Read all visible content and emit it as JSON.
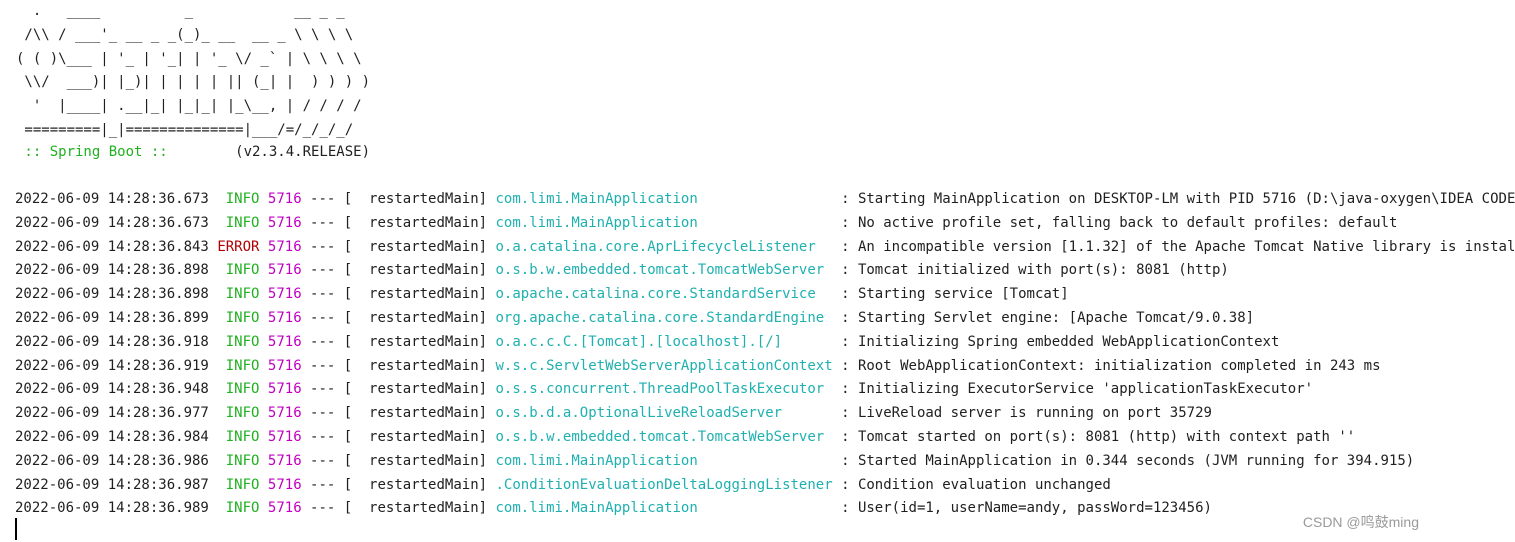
{
  "colors": {
    "info": "#20b020",
    "error": "#b00000",
    "pid": "#c000c0",
    "logger": "#20b0b0",
    "text": "#1f1f1f",
    "watermark": "#9a9a9a"
  },
  "banner": {
    "ascii": "  .   ____          _            __ _ _\n /\\\\ / ___'_ __ _ _(_)_ __  __ _ \\ \\ \\ \\\n( ( )\\___ | '_ | '_| | '_ \\/ _` | \\ \\ \\ \\\n \\\\/  ___)| |_)| | | | | || (_| |  ) ) ) )\n  '  |____| .__|_| |_|_| |_\\__, | / / / /\n =========|_|==============|___/=/_/_/_/",
    "spring_boot_label": " :: Spring Boot ::",
    "version": "        (v2.3.4.RELEASE)"
  },
  "log": [
    {
      "timestamp": "2022-06-09 14:28:36.673",
      "level": " INFO",
      "pid": "5716",
      "sep": " --- [",
      "thread": "  restartedMain]",
      "logger": "com.limi.MainApplication                ",
      "message": " : Starting MainApplication on DESKTOP-LM with PID 5716 (D:\\java-oxygen\\IDEA CODE"
    },
    {
      "timestamp": "2022-06-09 14:28:36.673",
      "level": " INFO",
      "pid": "5716",
      "sep": " --- [",
      "thread": "  restartedMain]",
      "logger": "com.limi.MainApplication                ",
      "message": " : No active profile set, falling back to default profiles: default"
    },
    {
      "timestamp": "2022-06-09 14:28:36.843",
      "level": "ERROR",
      "pid": "5716",
      "sep": " --- [",
      "thread": "  restartedMain]",
      "logger": "o.a.catalina.core.AprLifecycleListener  ",
      "message": " : An incompatible version [1.1.32] of the Apache Tomcat Native library is instal"
    },
    {
      "timestamp": "2022-06-09 14:28:36.898",
      "level": " INFO",
      "pid": "5716",
      "sep": " --- [",
      "thread": "  restartedMain]",
      "logger": "o.s.b.w.embedded.tomcat.TomcatWebServer ",
      "message": " : Tomcat initialized with port(s): 8081 (http)"
    },
    {
      "timestamp": "2022-06-09 14:28:36.898",
      "level": " INFO",
      "pid": "5716",
      "sep": " --- [",
      "thread": "  restartedMain]",
      "logger": "o.apache.catalina.core.StandardService  ",
      "message": " : Starting service [Tomcat]"
    },
    {
      "timestamp": "2022-06-09 14:28:36.899",
      "level": " INFO",
      "pid": "5716",
      "sep": " --- [",
      "thread": "  restartedMain]",
      "logger": "org.apache.catalina.core.StandardEngine ",
      "message": " : Starting Servlet engine: [Apache Tomcat/9.0.38]"
    },
    {
      "timestamp": "2022-06-09 14:28:36.918",
      "level": " INFO",
      "pid": "5716",
      "sep": " --- [",
      "thread": "  restartedMain]",
      "logger": "o.a.c.c.C.[Tomcat].[localhost].[/]      ",
      "message": " : Initializing Spring embedded WebApplicationContext"
    },
    {
      "timestamp": "2022-06-09 14:28:36.919",
      "level": " INFO",
      "pid": "5716",
      "sep": " --- [",
      "thread": "  restartedMain]",
      "logger": "w.s.c.ServletWebServerApplicationContext",
      "message": " : Root WebApplicationContext: initialization completed in 243 ms"
    },
    {
      "timestamp": "2022-06-09 14:28:36.948",
      "level": " INFO",
      "pid": "5716",
      "sep": " --- [",
      "thread": "  restartedMain]",
      "logger": "o.s.s.concurrent.ThreadPoolTaskExecutor ",
      "message": " : Initializing ExecutorService 'applicationTaskExecutor'"
    },
    {
      "timestamp": "2022-06-09 14:28:36.977",
      "level": " INFO",
      "pid": "5716",
      "sep": " --- [",
      "thread": "  restartedMain]",
      "logger": "o.s.b.d.a.OptionalLiveReloadServer      ",
      "message": " : LiveReload server is running on port 35729"
    },
    {
      "timestamp": "2022-06-09 14:28:36.984",
      "level": " INFO",
      "pid": "5716",
      "sep": " --- [",
      "thread": "  restartedMain]",
      "logger": "o.s.b.w.embedded.tomcat.TomcatWebServer ",
      "message": " : Tomcat started on port(s): 8081 (http) with context path ''"
    },
    {
      "timestamp": "2022-06-09 14:28:36.986",
      "level": " INFO",
      "pid": "5716",
      "sep": " --- [",
      "thread": "  restartedMain]",
      "logger": "com.limi.MainApplication                ",
      "message": " : Started MainApplication in 0.344 seconds (JVM running for 394.915)"
    },
    {
      "timestamp": "2022-06-09 14:28:36.987",
      "level": " INFO",
      "pid": "5716",
      "sep": " --- [",
      "thread": "  restartedMain]",
      "logger": ".ConditionEvaluationDeltaLoggingListener",
      "message": " : Condition evaluation unchanged"
    },
    {
      "timestamp": "2022-06-09 14:28:36.989",
      "level": " INFO",
      "pid": "5716",
      "sep": " --- [",
      "thread": "  restartedMain]",
      "logger": "com.limi.MainApplication                ",
      "message": " : User(id=1, userName=andy, passWord=123456)"
    }
  ],
  "watermark": "CSDN @鸣鼓ming"
}
